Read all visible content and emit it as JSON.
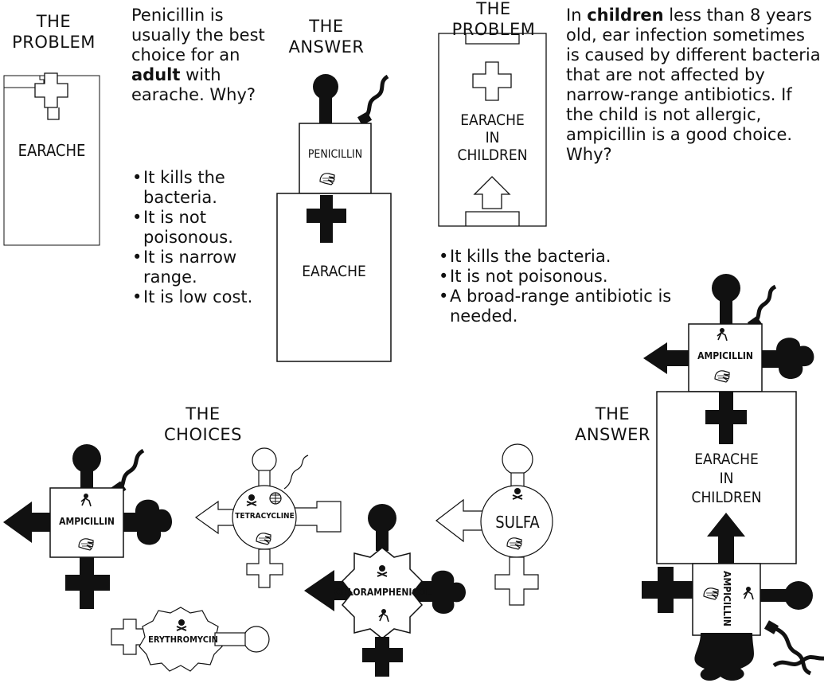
{
  "left_panel": {
    "problem_heading": [
      "THE",
      "PROBLEM"
    ],
    "problem_label": "EARACHE",
    "intro_parts": [
      "Penicillin is usually the best choice for an ",
      "adult",
      " with earache. Why?"
    ],
    "bullets": [
      "It kills the bacteria.",
      "It is not poisonous.",
      "It is narrow range.",
      "It is low cost."
    ],
    "answer_heading": [
      "THE",
      "ANSWER"
    ],
    "answer_drug_label": "PENICILLIN",
    "answer_problem_label": "EARACHE"
  },
  "right_panel": {
    "problem_heading": [
      "THE",
      "PROBLEM"
    ],
    "problem_label": [
      "EARACHE",
      "IN",
      "CHILDREN"
    ],
    "intro_parts": [
      "In ",
      "children",
      " less than 8 years old, ear infection sometimes is caused by different bacteria that are not affected by narrow-range antibiotics. If the child is not allergic, ampicillin is a good choice. Why?"
    ],
    "bullets": [
      "It kills the bacteria.",
      "It is not poisonous.",
      "A broad-range antibiotic is needed."
    ],
    "answer_heading": [
      "THE",
      "ANSWER"
    ],
    "answer_drug_label": "AMPICILLIN",
    "answer_problem_label": [
      "EARACHE",
      "IN",
      "CHILDREN"
    ],
    "answer_drug_label_vertical": "AMPICILLIN"
  },
  "choices": {
    "heading": [
      "THE",
      "CHOICES"
    ],
    "drugs": [
      "AMPICILLIN",
      "TETRACYCLINE",
      "SULFA",
      "CHLORAMPHENICOL",
      "ERYTHROMYCIN"
    ]
  },
  "colors": {
    "ink": "#111111",
    "paper": "#ffffff"
  }
}
